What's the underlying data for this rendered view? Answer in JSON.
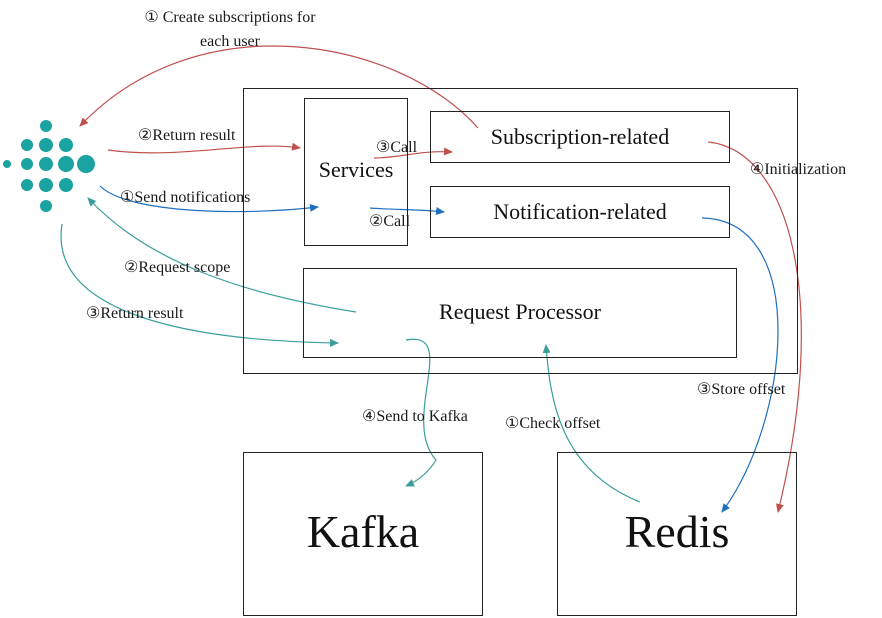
{
  "colors": {
    "red": "#c0504d",
    "blue": "#1f6fbf",
    "teal": "#3a9e9a",
    "teal_dark": "#1aa3a0",
    "border": "#222222"
  },
  "icon": {
    "name": "dot-cluster-logo-icon"
  },
  "boxes": {
    "services": "Services",
    "subscription": "Subscription-related",
    "notification": "Notification-related",
    "request_processor": "Request Processor",
    "kafka": "Kafka",
    "redis": "Redis"
  },
  "labels": {
    "create_sub_line1": "① Create subscriptions for",
    "create_sub_line2": "each user",
    "return_result_top": "②Return result",
    "send_notifications": "①Send notifications",
    "call_3": "③Call",
    "call_2": "②Call",
    "initialization": "④Initialization",
    "request_scope": "②Request scope",
    "return_result_bottom": "③Return result",
    "store_offset": "③Store offset",
    "send_to_kafka": "④Send to Kafka",
    "check_offset": "①Check offset"
  }
}
